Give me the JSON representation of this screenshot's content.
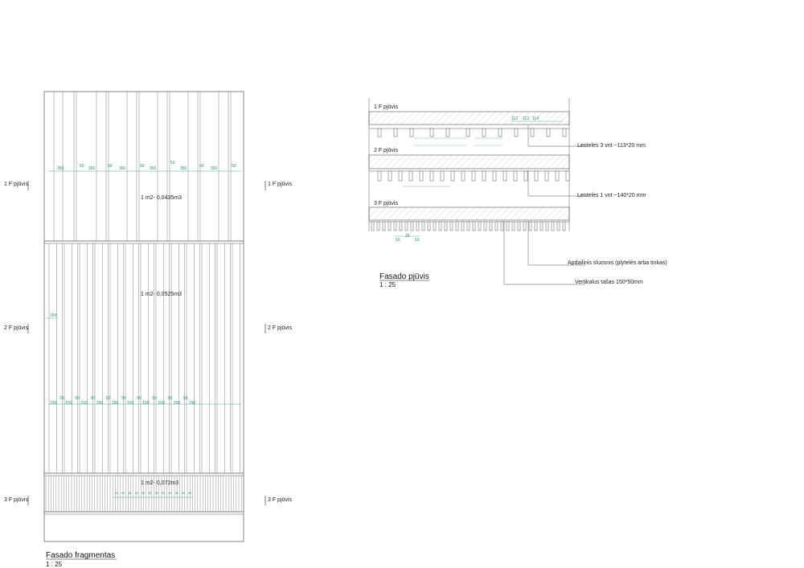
{
  "facade_fragment": {
    "title": "Fasado fragmentas",
    "scale": "1 : 25",
    "level_labels": [
      "1 F pjūvis",
      "2 F pjūvis",
      "3 F pjūvis"
    ],
    "zone_volumes": [
      "1 m2- 0,0435m3",
      "1 m2- 0,0525m3",
      "1 m2- 0,072m3"
    ],
    "dims_top": [
      "350",
      "50",
      "350",
      "350",
      "50",
      "50",
      "350",
      "350",
      "50"
    ],
    "dims_mid": [
      "150",
      "50",
      "150",
      "50",
      "150",
      "50",
      "150",
      "50",
      "150",
      "50",
      "150",
      "50",
      "150",
      "50",
      "150",
      "50",
      "150",
      "50",
      "150"
    ],
    "dim_mid_single": "150",
    "dims_bottom": [
      "50",
      "50",
      "50",
      "50",
      "50",
      "50",
      "50",
      "50",
      "50",
      "50",
      "50",
      "50"
    ]
  },
  "section": {
    "title": "Fasado pjūvis",
    "scale": "1 : 25",
    "level_labels": [
      "1 F pjūvis",
      "2 F pjūvis",
      "3 F pjūvis"
    ],
    "annotations": [
      "Lentelės 3 vnt ~113*20 mm",
      "Lentelės 1 vnt ~140*20 mm",
      "Apdailinis sluosnis (plytelės arba tinkas)",
      "Vertikalus tašas 150*50mm"
    ],
    "dims_top": [
      "113",
      "113",
      "114"
    ],
    "dims_bottom": [
      "50",
      "25",
      "50"
    ]
  }
}
